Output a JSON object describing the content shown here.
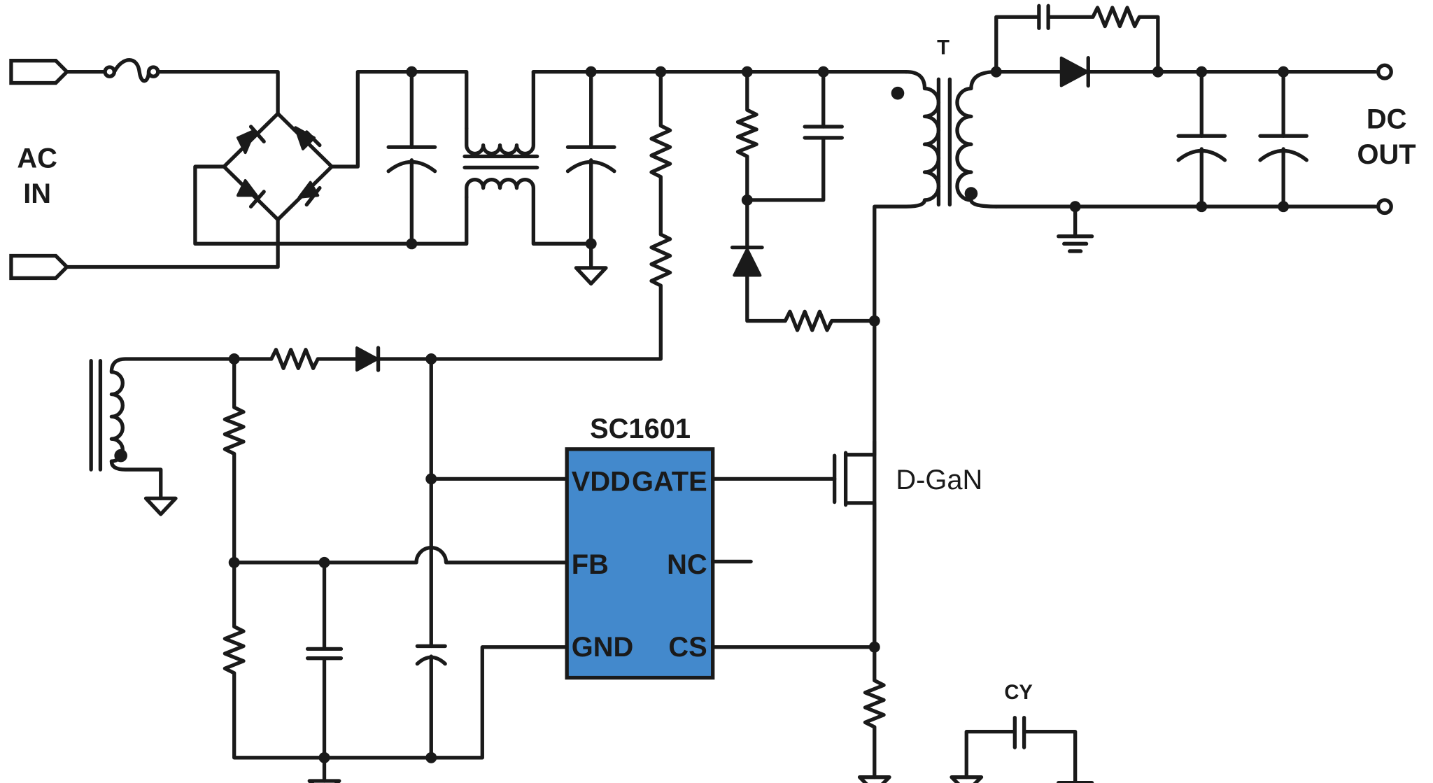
{
  "labels": {
    "ac_in_line1": "AC",
    "ac_in_line2": "IN",
    "dc_out_line1": "DC",
    "dc_out_line2": "OUT",
    "transformer": "T",
    "ic_name": "SC1601",
    "transistor": "D-GaN",
    "y_capacitor": "CY"
  },
  "ic": {
    "fill_color": "#4389cc",
    "pins": {
      "vdd": "VDD",
      "fb": "FB",
      "gnd": "GND",
      "gate": "GATE",
      "nc": "NC",
      "cs": "CS"
    }
  }
}
